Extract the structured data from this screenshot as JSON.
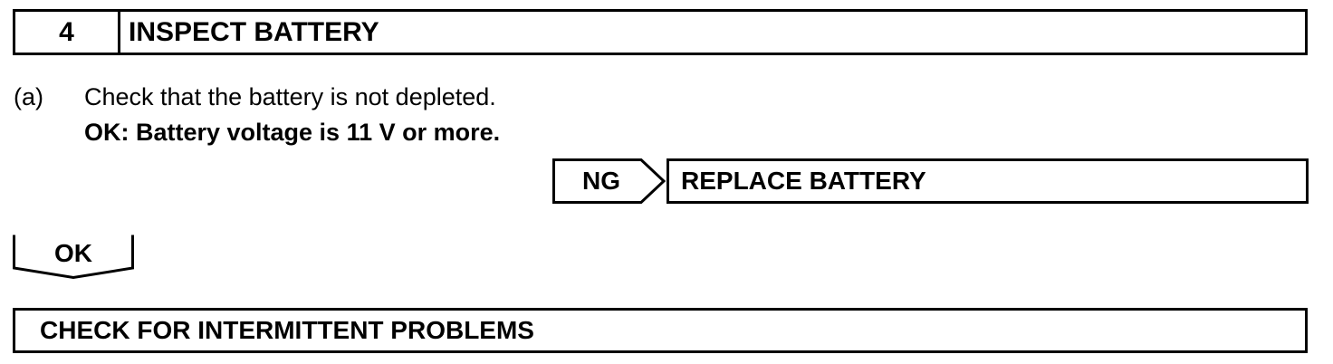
{
  "step": {
    "number": "4",
    "title": "INSPECT BATTERY"
  },
  "substep": {
    "label": "(a)",
    "text": "Check that the battery is not depleted.",
    "ok_criteria": "OK: Battery voltage is 11 V or more."
  },
  "ng_branch": {
    "label": "NG",
    "action": "REPLACE BATTERY"
  },
  "ok_branch": {
    "label": "OK"
  },
  "next_step": {
    "title": "CHECK FOR INTERMITTENT PROBLEMS"
  }
}
